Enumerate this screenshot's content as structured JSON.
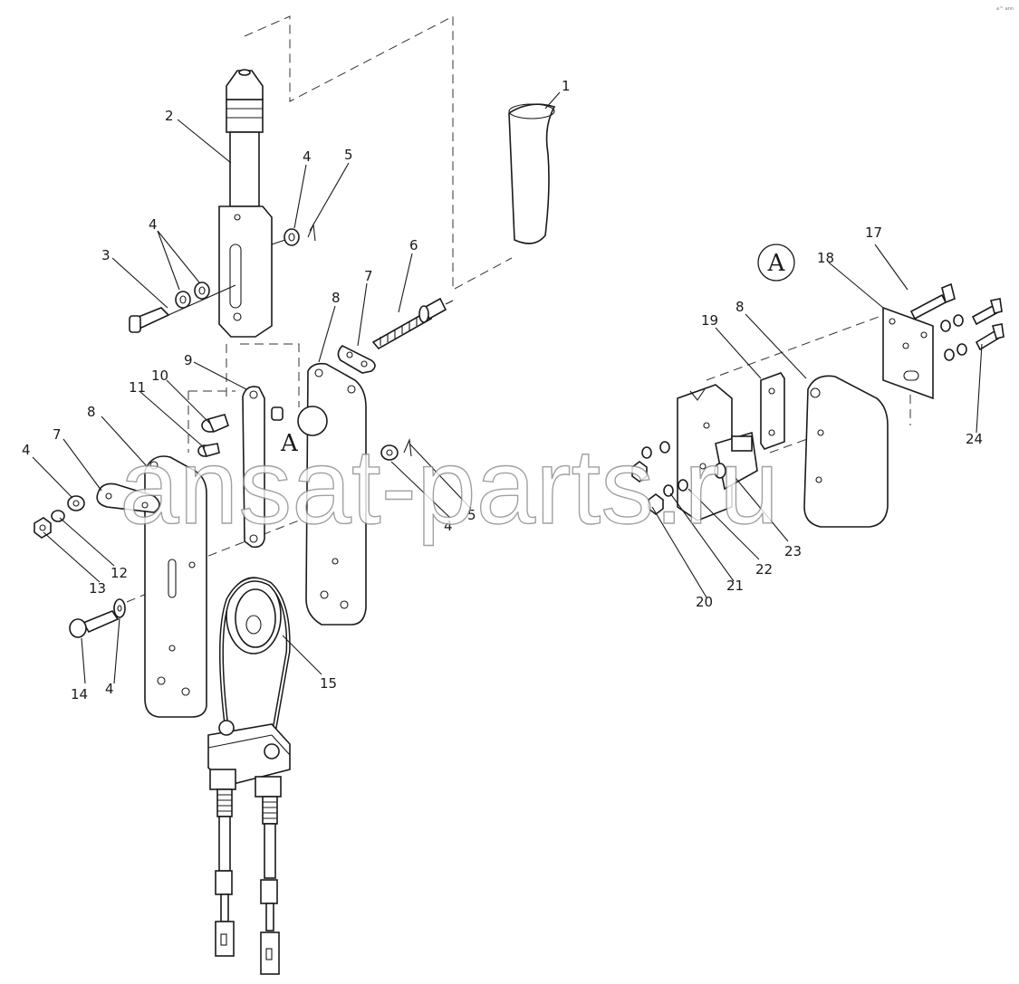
{
  "diagram": {
    "callouts": [
      "1",
      "2",
      "3",
      "4",
      "5",
      "6",
      "7",
      "8",
      "9",
      "10",
      "11",
      "12",
      "13",
      "14",
      "15",
      "17",
      "18",
      "19",
      "20",
      "21",
      "22",
      "23",
      "24"
    ],
    "view_label": "A",
    "detail_view_label": "A"
  },
  "watermark": "ansat-parts.ru",
  "corner_mark": "a™ ann",
  "colors": {
    "line": "#1a1a1a",
    "watermark_outline": "#8a8a8a"
  }
}
